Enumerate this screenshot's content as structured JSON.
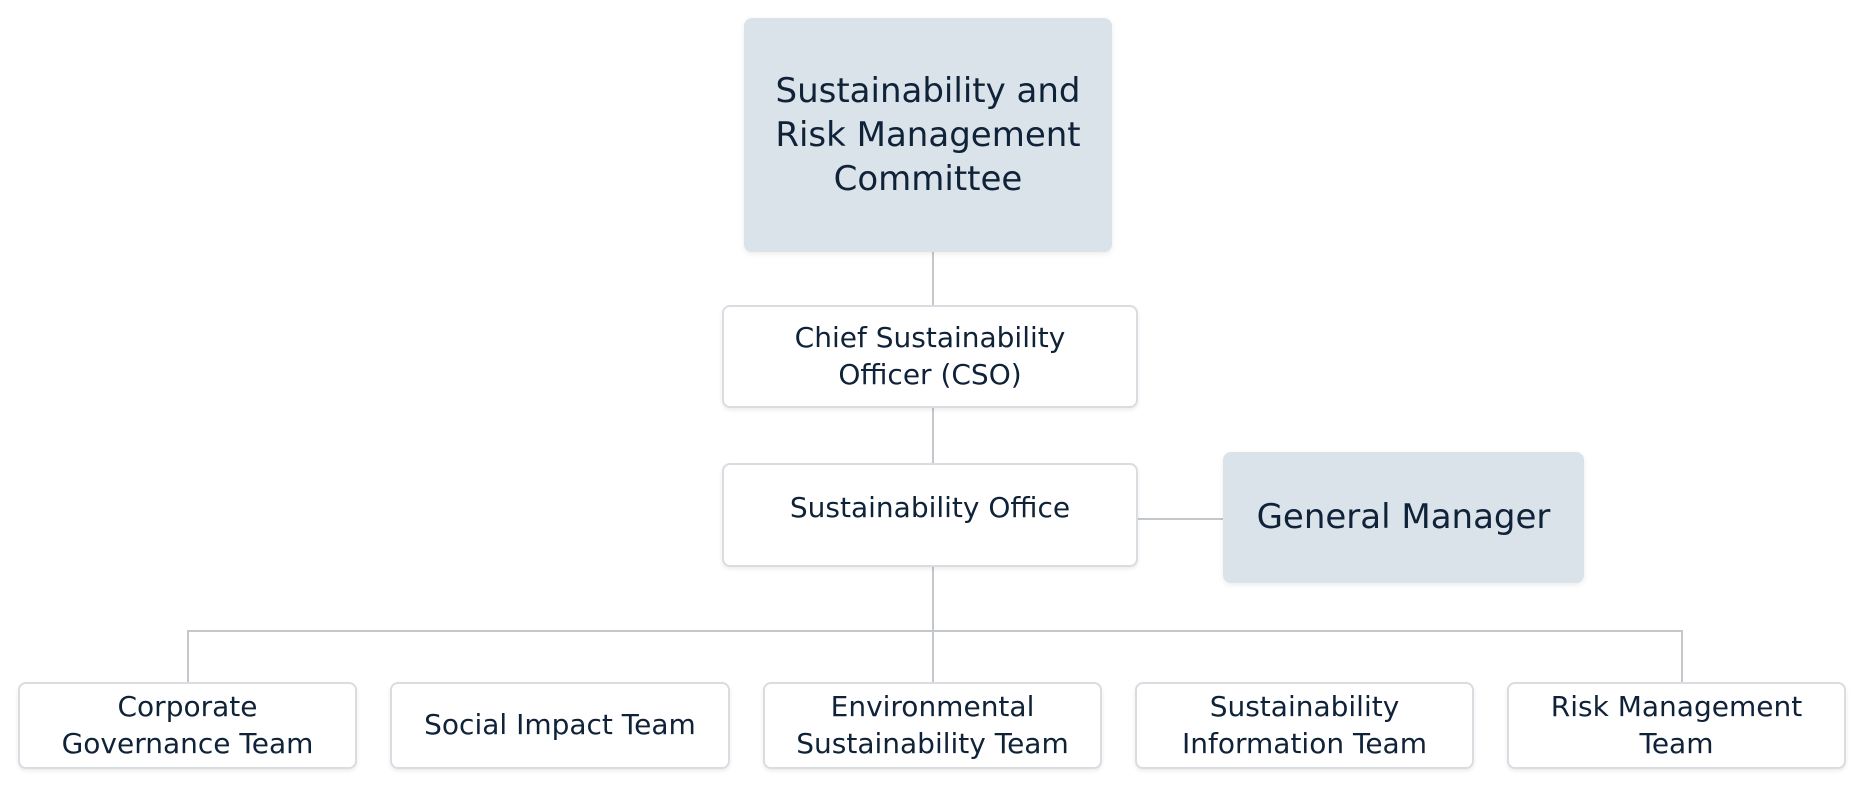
{
  "committee": "Sustainability and Risk Management Committee",
  "cso": "Chief Sustainability Officer (CSO)",
  "office": "Sustainability Office",
  "general_manager": "General Manager",
  "teams": [
    "Corporate Governance Team",
    "Social Impact Team",
    "Environmental Sustainability Team",
    "Sustainability Information Team",
    "Risk Management Team"
  ],
  "colors": {
    "highlight_box": "#dae2ea",
    "text": "#0f2238",
    "connector": "#c4c7cb"
  }
}
